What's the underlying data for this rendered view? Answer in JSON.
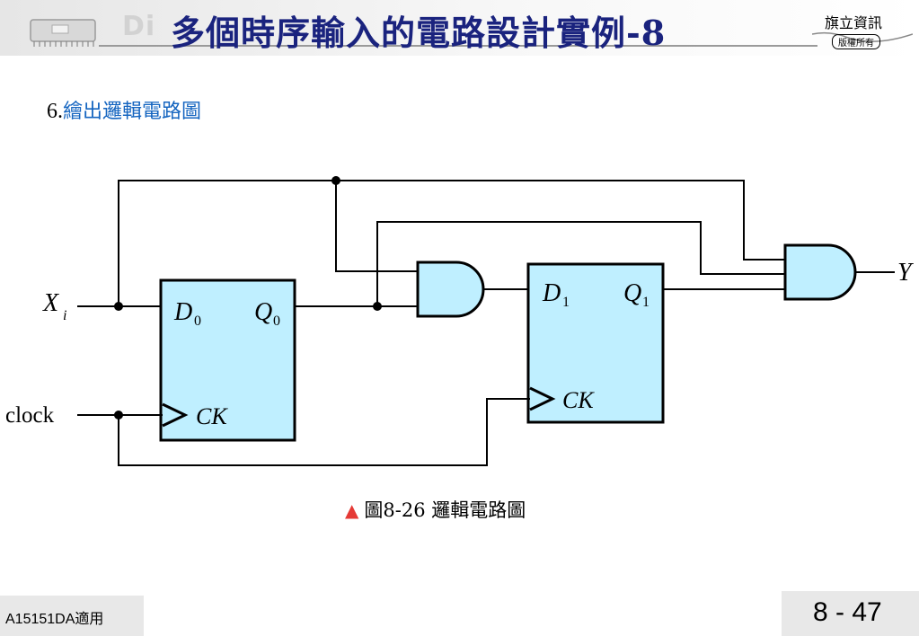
{
  "header": {
    "title": "多個時序輸入的電路設計實例-8",
    "ghost_text": "Di",
    "brand_name": "旗立資訊",
    "brand_copyright": "版權所有"
  },
  "section": {
    "number": "6.",
    "heading": "繪出邏輯電路圖"
  },
  "diagram": {
    "inputs": {
      "x_main": "X",
      "x_sub": "i",
      "clock": "clock"
    },
    "flipflop_0": {
      "d": "D",
      "d_sub": "0",
      "q": "Q",
      "q_sub": "0",
      "ck": "CK"
    },
    "flipflop_1": {
      "d": "D",
      "d_sub": "1",
      "q": "Q",
      "q_sub": "1",
      "ck": "CK"
    },
    "output": "Y",
    "colors": {
      "box_fill": "#bfefff",
      "wire": "#000000"
    }
  },
  "caption": {
    "symbol": "▲",
    "text": "圖8-26  邏輯電路圖"
  },
  "footer": {
    "course_code": "A15151DA適用",
    "page": "8 - 47"
  }
}
